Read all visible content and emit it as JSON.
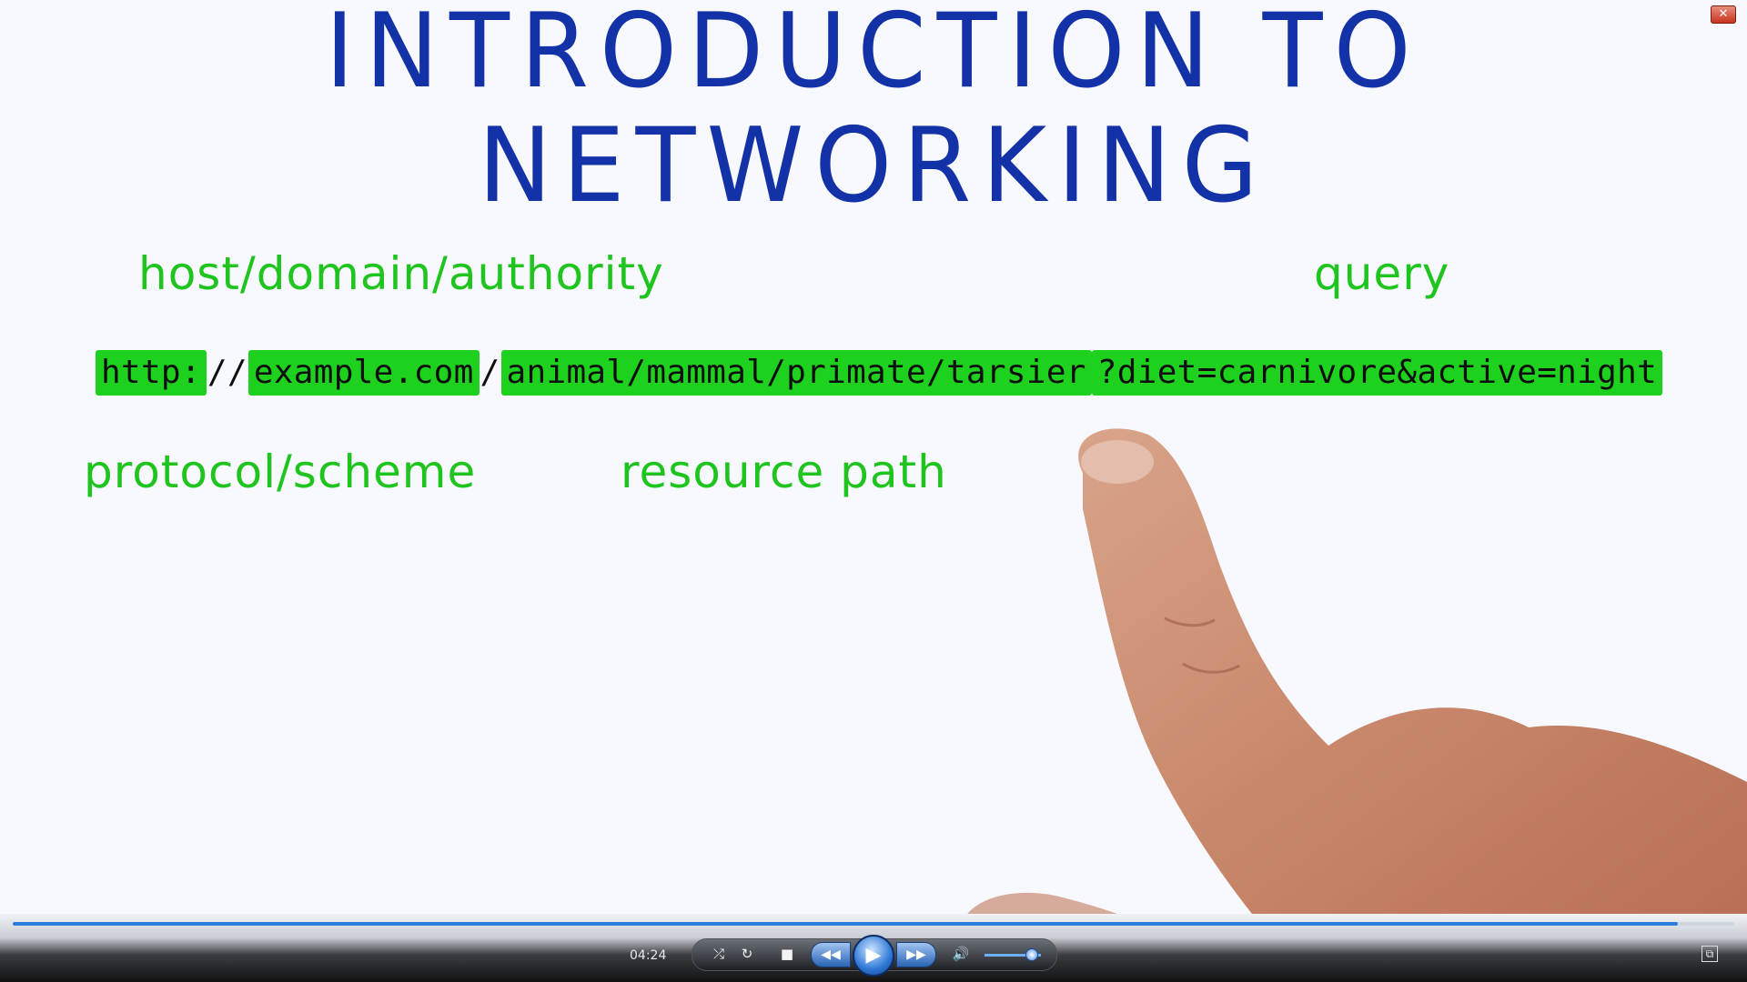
{
  "window": {
    "close_glyph": "✕"
  },
  "slide": {
    "title": "INTRODUCTION TO NETWORKING",
    "url_segments": [
      {
        "text": "http:",
        "highlight": true
      },
      {
        "text": "//",
        "highlight": false
      },
      {
        "text": "example.com",
        "highlight": true
      },
      {
        "text": "/",
        "highlight": false
      },
      {
        "text": "animal/mammal/primate/tarsier",
        "highlight": true
      },
      {
        "text": "?diet=carnivore&active=night",
        "highlight": true
      }
    ],
    "labels": {
      "host": "host/domain/authority",
      "query": "query",
      "protocol": "protocol/scheme",
      "resource": "resource path"
    },
    "highlight_color": "#1fd11f",
    "label_color": "#1fc41f",
    "title_color": "#1432a8"
  },
  "player": {
    "time": "04:24",
    "progress": 0.967,
    "volume": 0.82,
    "icons": {
      "switch": "switch-view-icon",
      "repeat": "repeat-icon",
      "stop": "stop-icon",
      "prev": "rewind-icon",
      "play": "play-icon",
      "next": "fast-forward-icon",
      "volume": "speaker-icon"
    },
    "glyphs": {
      "shuffle": "⤮",
      "repeat": "↻",
      "stop": "■",
      "prev": "◀◀",
      "play": "▶",
      "next": "▶▶",
      "volume": "🔊",
      "switch": "⧉"
    }
  }
}
